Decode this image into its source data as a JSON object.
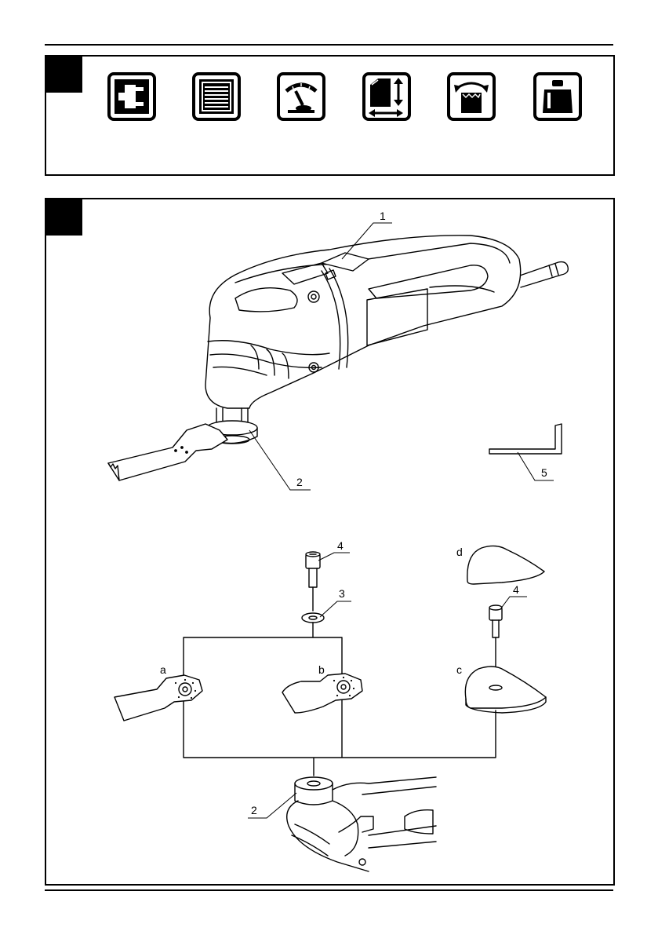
{
  "colors": {
    "ink": "#000000",
    "paper": "#ffffff",
    "light_grey": "#dddddd"
  },
  "panel_a": {
    "icons": [
      {
        "name": "power-plug-icon"
      },
      {
        "name": "motor-icon"
      },
      {
        "name": "gauge-icon"
      },
      {
        "name": "dimensions-icon"
      },
      {
        "name": "oscillation-angle-icon"
      },
      {
        "name": "weight-icon"
      }
    ]
  },
  "panel_b": {
    "callouts": {
      "switch": "1",
      "tool_holder_top": "2",
      "hex_key": "5",
      "screw_left": "4",
      "washer": "3",
      "screw_right": "4",
      "tool_holder_bottom": "2"
    },
    "accessories": {
      "a": "a",
      "b": "b",
      "c": "c",
      "d": "d"
    }
  }
}
